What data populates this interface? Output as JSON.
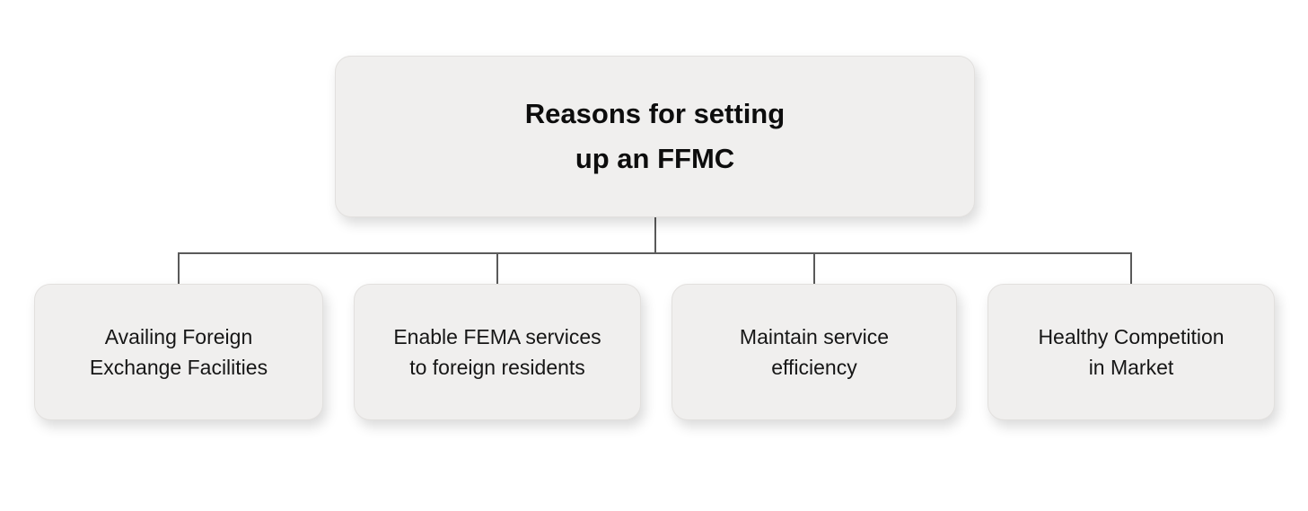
{
  "diagram": {
    "root": {
      "lines": [
        "Reasons for setting",
        "up an FFMC"
      ]
    },
    "children": [
      {
        "lines": [
          "Availing Foreign",
          "Exchange Facilities"
        ]
      },
      {
        "lines": [
          "Enable FEMA services",
          "to foreign residents"
        ]
      },
      {
        "lines": [
          "Maintain service",
          "efficiency"
        ]
      },
      {
        "lines": [
          "Healthy Competition",
          "in Market"
        ]
      }
    ],
    "colors": {
      "background": "#ffffff",
      "box_fill": "#f0efee",
      "box_border": "#e2e0de",
      "connector": "#5a5a5a",
      "text": "#161616"
    }
  }
}
